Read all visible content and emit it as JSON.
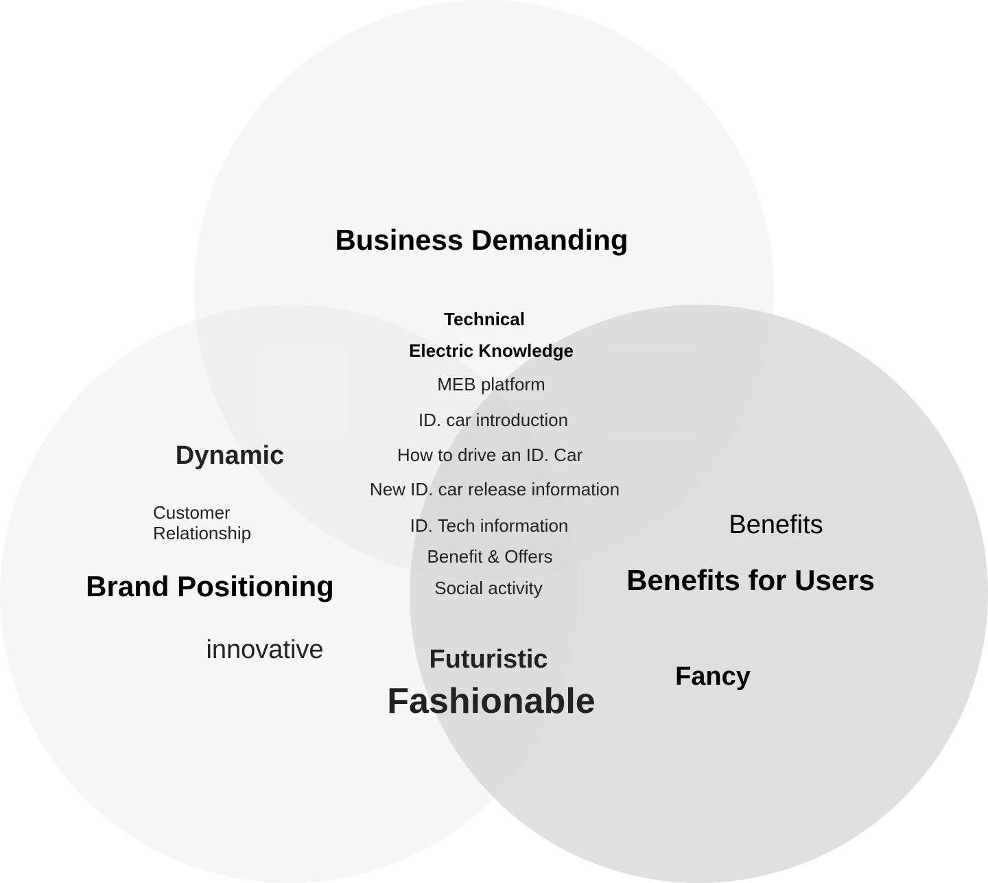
{
  "diagram": {
    "type": "venn",
    "circles": [
      {
        "id": "top",
        "label": "Business Demanding"
      },
      {
        "id": "left",
        "label": "Brand Positioning"
      },
      {
        "id": "right",
        "label": "Benefits for Users"
      }
    ],
    "colors": {
      "circle_fill": "#f6f6f6",
      "right_circle_fill": "#dcdcdc",
      "text_dark": "#000000",
      "text_mid": "#222222"
    }
  },
  "labels": {
    "business_demanding": "Business Demanding",
    "technical": "Technical",
    "electric_knowledge": "Electric Knowledge",
    "meb_platform": "MEB platform",
    "id_car_intro": "ID. car introduction",
    "how_to_drive": "How to drive an ID. Car",
    "new_id_release": "New ID. car release information",
    "id_tech": "ID. Tech information",
    "benefit_offers": "Benefit & Offers",
    "social_activity": "Social activity",
    "dynamic": "Dynamic",
    "customer_relationship_line1": "Customer",
    "customer_relationship_line2": "Relationship",
    "brand_positioning": "Brand Positioning",
    "innovative": "innovative",
    "futuristic": "Futuristic",
    "fashionable": "Fashionable",
    "benefits": "Benefits",
    "benefits_for_users": "Benefits for Users",
    "fancy": "Fancy"
  }
}
